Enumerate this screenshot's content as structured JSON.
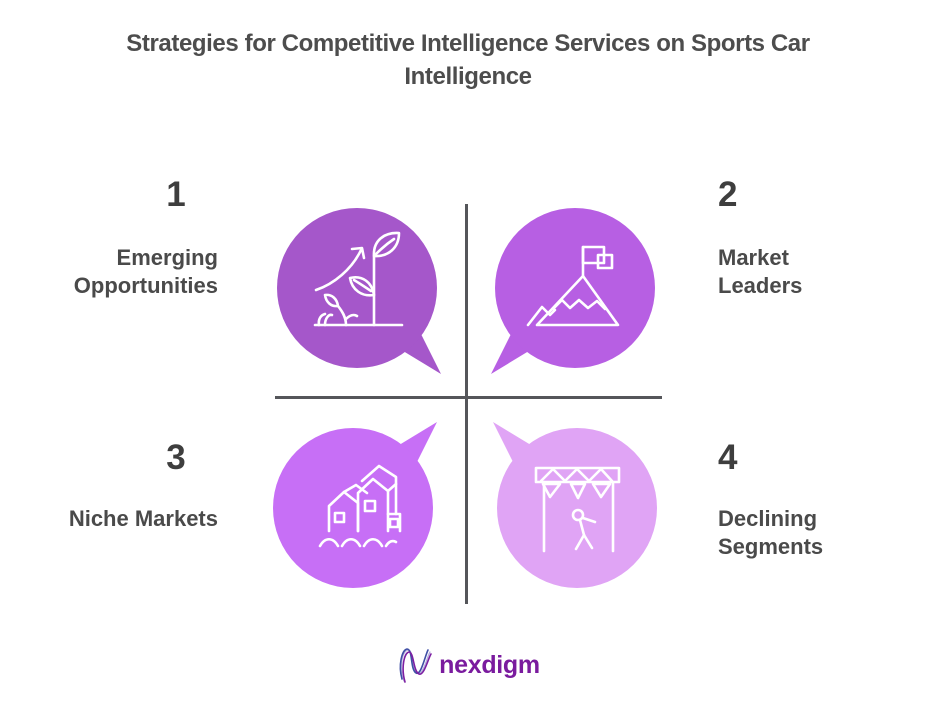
{
  "title": "Strategies for Competitive Intelligence Services on Sports Car Intelligence",
  "colors": {
    "background": "#ffffff",
    "title_text": "#4d4d4d",
    "number_text": "#3e3e3e",
    "label_text": "#4a4a4a",
    "divider": "#55565a",
    "icon_stroke": "#ffffff",
    "logo_text": "#7a1b9e",
    "logo_wave_blue": "#3f4fa5",
    "logo_wave_purple": "#7c1fa2",
    "logo_wave_light": "#b7aede"
  },
  "quadrants": [
    {
      "number": "1",
      "label": "Emerging Opportunities",
      "label_lines": [
        "Emerging",
        "Opportunities"
      ],
      "icon": "plant-growth-arrow-icon",
      "bubble_color": "#a557ca",
      "tail_direction": "bottom-right"
    },
    {
      "number": "2",
      "label": "Market Leaders",
      "label_lines": [
        "Market",
        "Leaders"
      ],
      "icon": "mountain-flag-icon",
      "bubble_color": "#b75fe3",
      "tail_direction": "bottom-left"
    },
    {
      "number": "3",
      "label": "Niche Markets",
      "label_lines": [
        "Niche Markets"
      ],
      "icon": "flooded-houses-icon",
      "bubble_color": "#c76ff6",
      "tail_direction": "top-right"
    },
    {
      "number": "4",
      "label": "Declining Segments",
      "label_lines": [
        "Declining",
        "Segments"
      ],
      "icon": "event-stage-icon",
      "bubble_color": "#e0a4f5",
      "tail_direction": "top-left"
    }
  ],
  "footer": {
    "logo_text": "nexdigm",
    "logo_icon": "nexdigm-wave-icon"
  }
}
